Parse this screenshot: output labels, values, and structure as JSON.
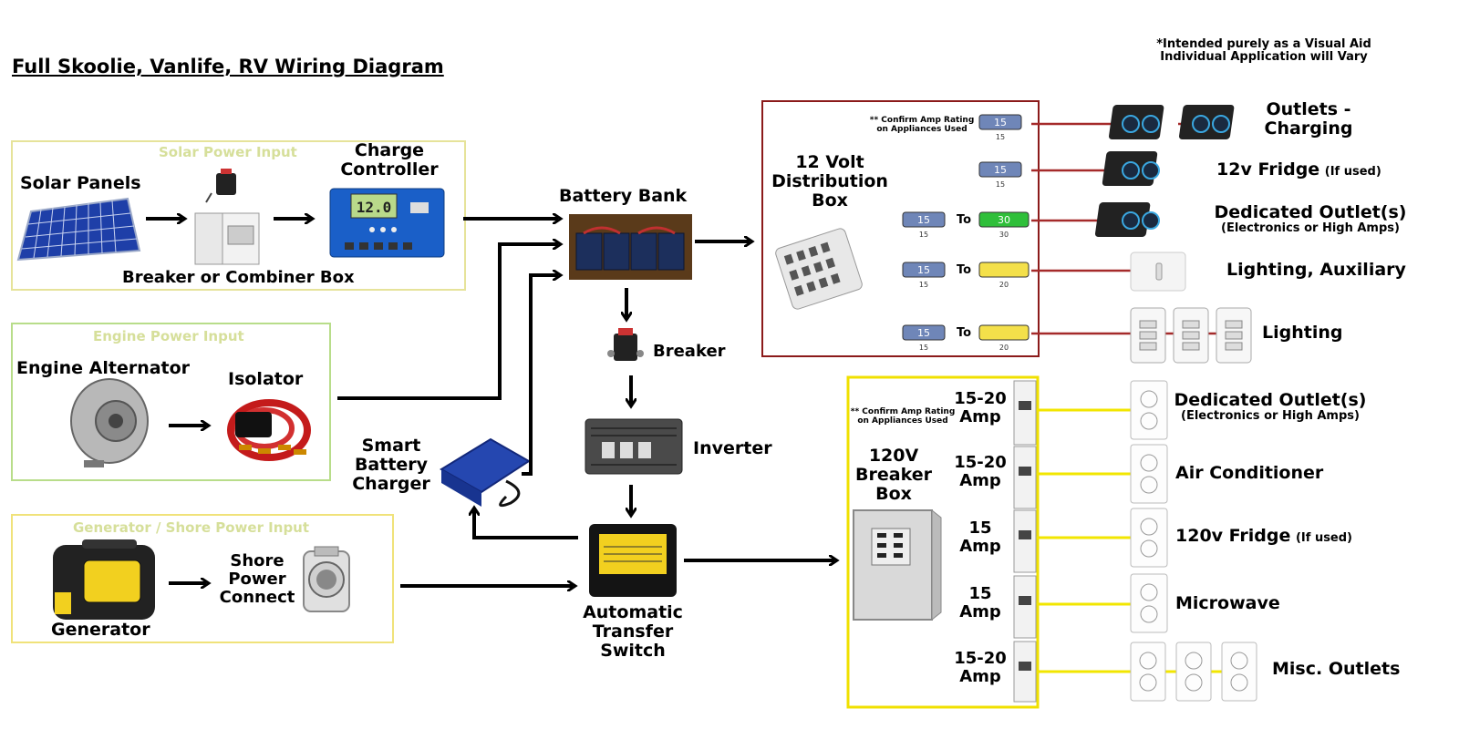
{
  "title": "Full Skoolie, Vanlife, RV Wiring Diagram",
  "disclaimer": [
    "*Intended purely as a Visual Aid",
    "Individual Application will Vary"
  ],
  "sections": {
    "solar": "Solar Power Input",
    "engine": "Engine Power Input",
    "generator": "Generator / Shore Power Input"
  },
  "components": {
    "solar_panels": "Solar Panels",
    "charge_controller": [
      "Charge",
      "Controller"
    ],
    "breaker_combiner": "Breaker or Combiner Box",
    "engine_alternator": "Engine Alternator",
    "isolator": "Isolator",
    "generator": "Generator",
    "shore_power": [
      "Shore",
      "Power",
      "Connect"
    ],
    "battery_bank": "Battery Bank",
    "breaker": "Breaker",
    "inverter": "Inverter",
    "smart_charger": [
      "Smart",
      "Battery",
      "Charger"
    ],
    "ats": [
      "Automatic",
      "Transfer",
      "Switch"
    ],
    "dist_box_12v": [
      "12 Volt",
      "Distribution",
      "Box"
    ],
    "breaker_box_120v": [
      "120V",
      "Breaker",
      "Box"
    ]
  },
  "confirm_note": [
    "** Confirm Amp Rating",
    "on Appliances Used"
  ],
  "fuses": {
    "label_to": "To",
    "rows": [
      {
        "from": "15",
        "to": null
      },
      {
        "from": "15",
        "to": null
      },
      {
        "from": "15",
        "to": "30"
      },
      {
        "from": "15",
        "to": "20"
      },
      {
        "from": "15",
        "to": "20"
      }
    ]
  },
  "dc_loads": [
    {
      "name": "Outlets -",
      "name2": "Charging",
      "note": ""
    },
    {
      "name": "12v Fridge",
      "note": "(If used)"
    },
    {
      "name": "Dedicated Outlet(s)",
      "note": "(Electronics or High Amps)"
    },
    {
      "name": "Lighting, Auxiliary",
      "note": ""
    },
    {
      "name": "Lighting",
      "note": ""
    }
  ],
  "breakers_120v": [
    {
      "rating": [
        "15-20",
        "Amp"
      ]
    },
    {
      "rating": [
        "15-20",
        "Amp"
      ]
    },
    {
      "rating": [
        "15",
        "Amp"
      ]
    },
    {
      "rating": [
        "15",
        "Amp"
      ]
    },
    {
      "rating": [
        "15-20",
        "Amp"
      ]
    }
  ],
  "ac_loads": [
    {
      "name": "Dedicated Outlet(s)",
      "note": "(Electronics or High Amps)"
    },
    {
      "name": "Air Conditioner",
      "note": ""
    },
    {
      "name": "120v Fridge",
      "note": "(If used)"
    },
    {
      "name": "Microwave",
      "note": ""
    },
    {
      "name": "Misc. Outlets",
      "note": ""
    }
  ],
  "colors": {
    "solar_border": "#e6e39a",
    "engine_border": "#b8dd8a",
    "generator_border": "#f0e27a",
    "dc_box_border": "#8b1a1a",
    "dc_wire": "#a52a2a",
    "ac_box_border": "#f0e000",
    "ac_wire": "#f2e600",
    "arrow": "#000000",
    "fuse_blue": "#6f86b8",
    "fuse_green": "#2fbf3a",
    "fuse_yellow": "#f4e04a"
  }
}
